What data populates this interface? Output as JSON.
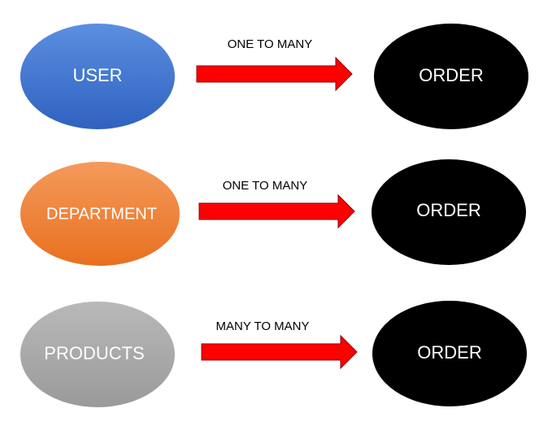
{
  "relations": [
    {
      "source": "USER",
      "target": "ORDER",
      "label": "ONE TO MANY",
      "source_color": "blue"
    },
    {
      "source": "DEPARTMENT",
      "target": "ORDER",
      "label": "ONE TO MANY",
      "source_color": "orange"
    },
    {
      "source": "PRODUCTS",
      "target": "ORDER",
      "label": "MANY TO MANY",
      "source_color": "gray"
    }
  ],
  "colors": {
    "blue_top": "#5b8fe0",
    "blue_bottom": "#2f62c0",
    "orange_top": "#f59a5c",
    "orange_bottom": "#e8701f",
    "gray_top": "#b9b9b9",
    "gray_bottom": "#9a9a9a",
    "target_fill": "#000000",
    "arrow_fill": "#ff0000",
    "arrow_stroke": "#8b0000"
  }
}
